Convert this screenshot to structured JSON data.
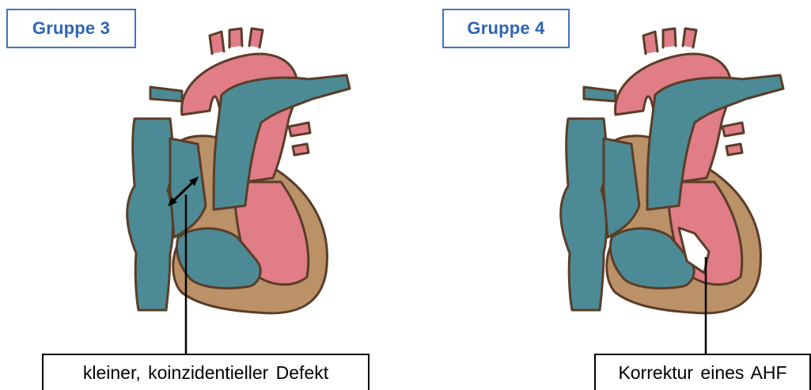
{
  "groups": [
    {
      "label": "Gruppe 3",
      "caption": "kleiner, koinzidentieller Defekt"
    },
    {
      "label": "Gruppe 4",
      "caption": "Korrektur eines AHF"
    }
  ],
  "colors": {
    "label_border": "#4472c4",
    "label_text": "#2e64b4",
    "oxygenated": "#e07d87",
    "deoxygenated": "#4c8b95",
    "myocardium": "#bb9168",
    "outline": "#5a3d28",
    "caption_border": "#000000"
  }
}
